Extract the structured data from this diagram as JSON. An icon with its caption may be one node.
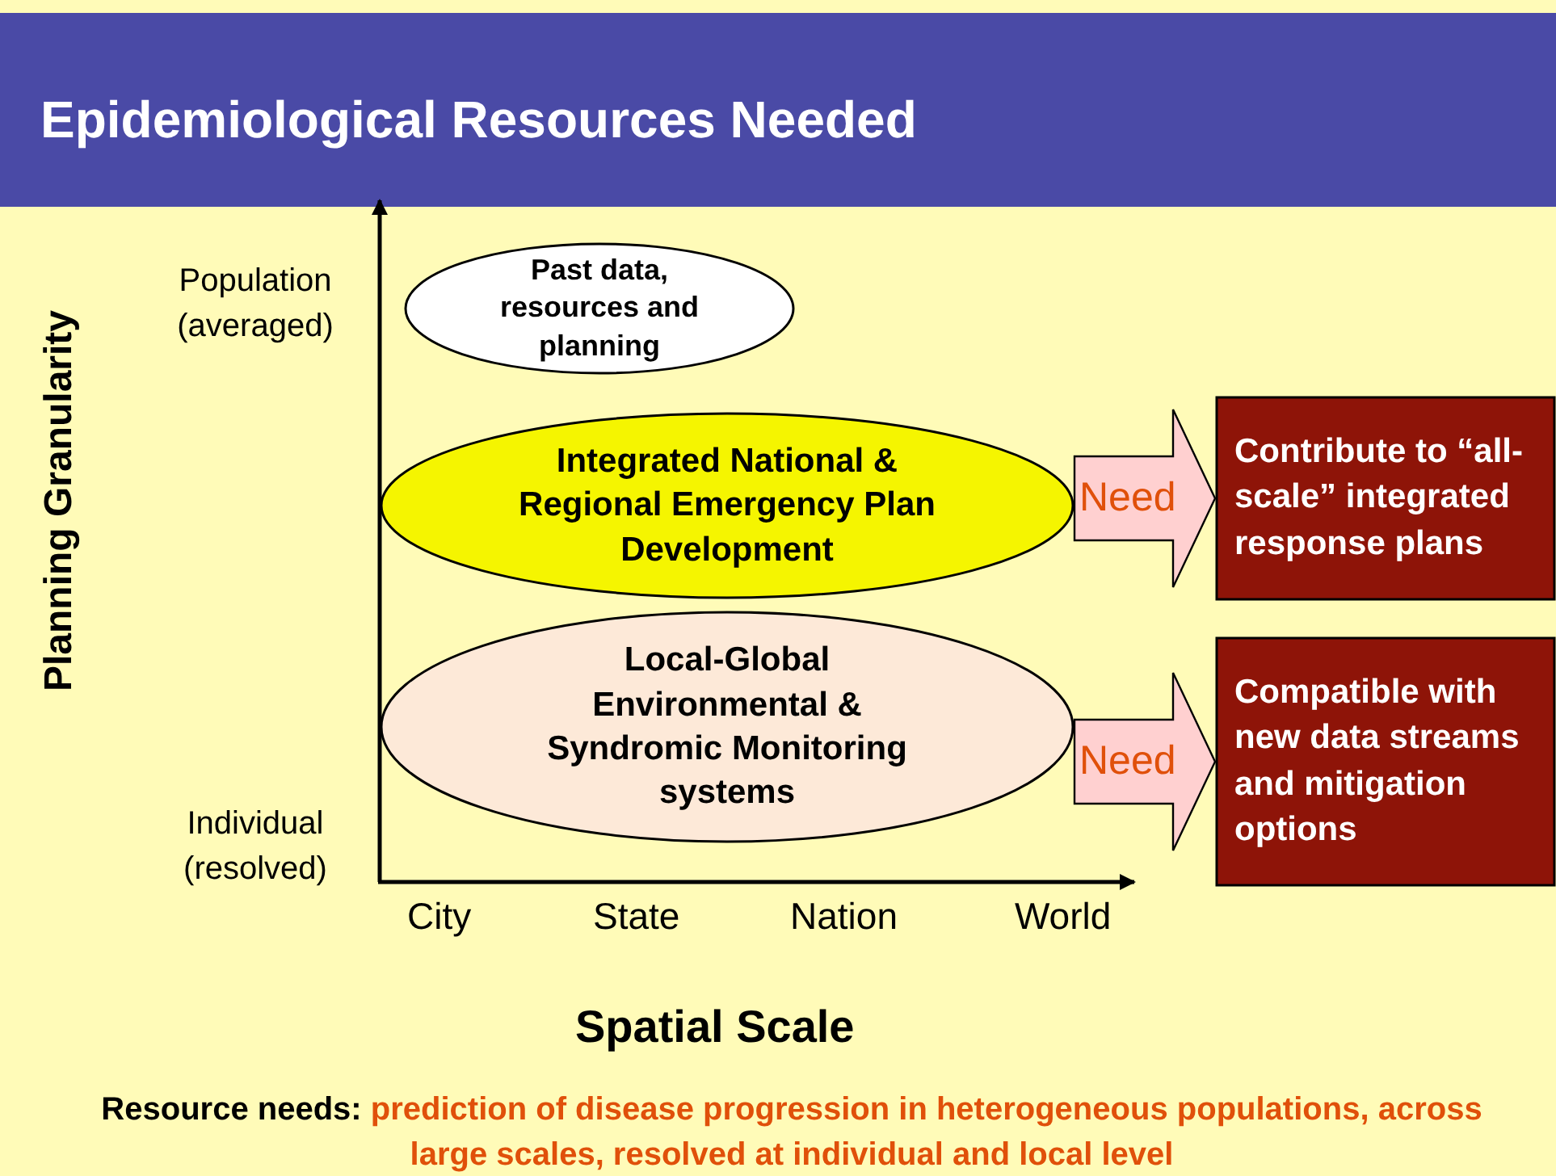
{
  "diagram": {
    "title": "Epidemiological Resources Needed",
    "caption": "Resource needs: prediction of disease progression in heterogeneous populations, across large scales, resolved at individual and local level",
    "nodes": [
      {
        "text": [
          "Past data, resources and planning"
        ]
      },
      {
        "text": [
          "Integrated National & Regional Emergency Plan Development"
        ]
      },
      {
        "text": [
          "Local-Global Environmental & Syndromic Monitoring systems"
        ]
      },
      {
        "text": [
          "Contribute to “all-scale” integrated response plans"
        ]
      },
      {
        "text": [
          "Compatible with new data streams and mitigation options"
        ]
      }
    ],
    "edges": [
      {
        "from": 1,
        "to": 3,
        "arrow": "to",
        "label": "Need"
      },
      {
        "from": 2,
        "to": 4,
        "arrow": "to",
        "label": "Need"
      }
    ],
    "labels": [
      "Planning Granularity",
      "Population (averaged)",
      "Individual (resolved)",
      "City",
      "State",
      "Nation",
      "World",
      "Spatial Scale"
    ]
  }
}
